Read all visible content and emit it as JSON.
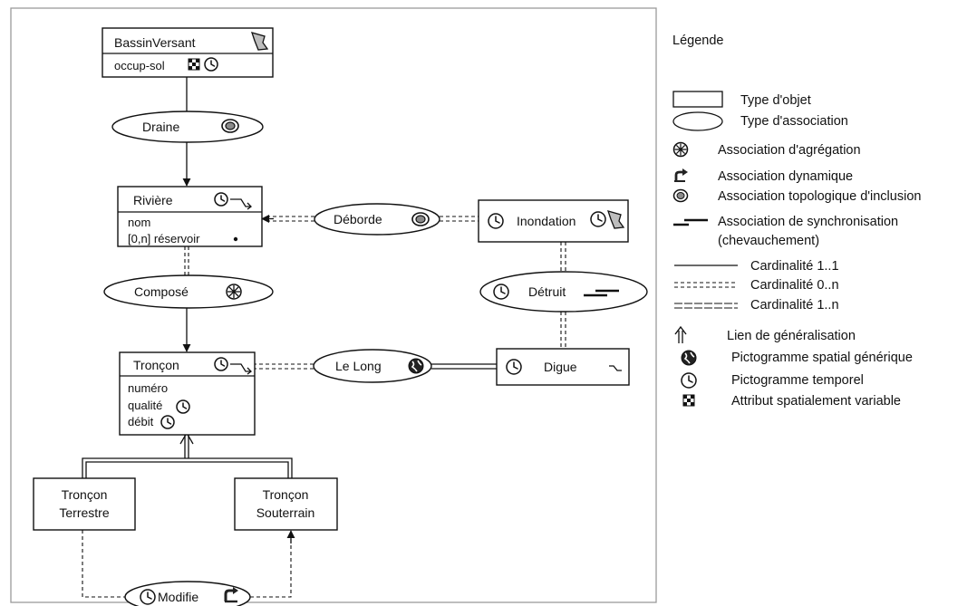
{
  "diagram": {
    "entities": {
      "bassin": {
        "name": "BassinVersant",
        "attr": "occup-sol"
      },
      "riviere": {
        "name": "Rivière",
        "attr1": "nom",
        "attr2": "[0,n] réservoir"
      },
      "troncon": {
        "name": "Tronçon",
        "attr1": "numéro",
        "attr2": "qualité",
        "attr3": "débit"
      },
      "inondation": {
        "name": "Inondation"
      },
      "digue": {
        "name": "Digue"
      },
      "terrestre": {
        "line1": "Tronçon",
        "line2": "Terrestre"
      },
      "souterrain": {
        "line1": "Tronçon",
        "line2": "Souterrain"
      }
    },
    "associations": {
      "draine": "Draine",
      "deborde": "Déborde",
      "compose": "Composé",
      "detruit": "Détruit",
      "lelong": "Le Long",
      "modifie": "Modifie"
    }
  },
  "legend": {
    "title": "Légende",
    "items": [
      {
        "label": "Type d'objet",
        "icon": "rectangle"
      },
      {
        "label": "Type d'association",
        "icon": "ellipse"
      },
      {
        "label": "Association d'agrégation",
        "icon": "asterisk-circle"
      },
      {
        "label": "Association dynamique",
        "icon": "curved-arrow"
      },
      {
        "label": "Association topologique d'inclusion",
        "icon": "double-circle"
      },
      {
        "label": "Association de synchronisation",
        "label2": "(chevauchement)",
        "icon": "offset-bars"
      },
      {
        "label": "Cardinalité 1..1",
        "icon": "solid-line"
      },
      {
        "label": "Cardinalité 0..n",
        "icon": "double-dashed-line"
      },
      {
        "label": "Cardinalité 1..n",
        "icon": "double-line"
      },
      {
        "label": "Lien de généralisation",
        "icon": "hollow-up-arrow"
      },
      {
        "label": "Pictogramme spatial générique",
        "icon": "globe"
      },
      {
        "label": "Pictogramme temporel",
        "icon": "clock"
      },
      {
        "label": "Attribut spatialement variable",
        "icon": "checker"
      }
    ]
  },
  "colors": {
    "ink": "#111111",
    "panel_border": "#9a9a9a",
    "icon_fill": "#222222"
  }
}
